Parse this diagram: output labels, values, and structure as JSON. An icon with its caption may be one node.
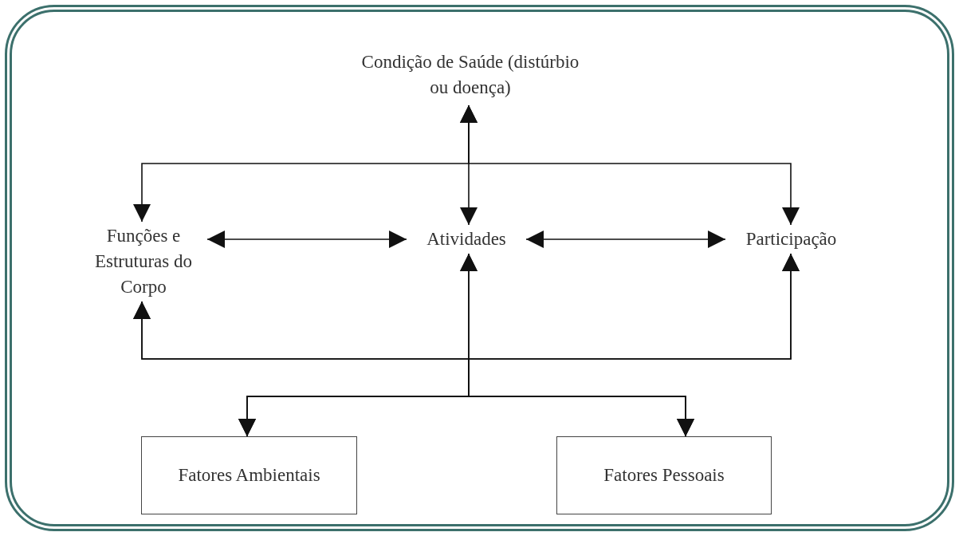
{
  "diagram": {
    "nodes": [
      {
        "text": [
          "Condição de Saúde (distúrbio ou doença)"
        ]
      },
      {
        "text": [
          "Funções e Estruturas do Corpo"
        ]
      },
      {
        "text": [
          "Atividades"
        ]
      },
      {
        "text": [
          "Participação"
        ]
      },
      {
        "text": [
          "Fatores Ambientais"
        ]
      },
      {
        "text": [
          "Fatores Pessoais"
        ]
      }
    ],
    "edges": [
      {
        "from": 0,
        "to": 2,
        "arrow": "both"
      },
      {
        "from": 0,
        "to": 1,
        "arrow": "both"
      },
      {
        "from": 0,
        "to": 3,
        "arrow": "both"
      },
      {
        "from": 1,
        "to": 2,
        "arrow": "both"
      },
      {
        "from": 2,
        "to": 3,
        "arrow": "both"
      },
      {
        "from": 4,
        "to": 1,
        "arrow": "both"
      },
      {
        "from": 4,
        "to": 2,
        "arrow": "both"
      },
      {
        "from": 4,
        "to": 3,
        "arrow": "both"
      },
      {
        "from": 5,
        "to": 1,
        "arrow": "both"
      },
      {
        "from": 5,
        "to": 2,
        "arrow": "both"
      },
      {
        "from": 5,
        "to": 3,
        "arrow": "both"
      }
    ]
  }
}
